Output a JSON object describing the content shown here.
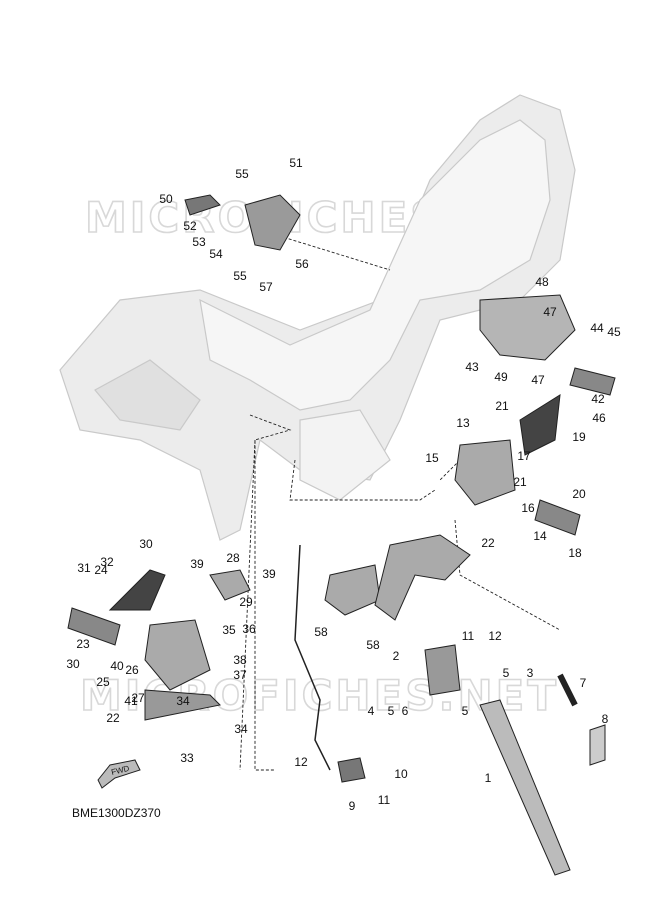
{
  "diagram": {
    "code": "BME1300DZ370",
    "watermark": "MICROFICHES.NET",
    "fwd_label": "FWD",
    "callouts": [
      "1",
      "2",
      "3",
      "4",
      "5",
      "5",
      "5",
      "6",
      "7",
      "8",
      "9",
      "10",
      "11",
      "11",
      "12",
      "12",
      "13",
      "14",
      "15",
      "16",
      "17",
      "18",
      "19",
      "20",
      "21",
      "21",
      "22",
      "22",
      "23",
      "24",
      "25",
      "26",
      "27",
      "28",
      "29",
      "30",
      "30",
      "31",
      "32",
      "33",
      "34",
      "34",
      "35",
      "36",
      "37",
      "38",
      "39",
      "39",
      "40",
      "41",
      "42",
      "43",
      "44",
      "45",
      "46",
      "47",
      "47",
      "48",
      "49",
      "50",
      "51",
      "52",
      "53",
      "54",
      "55",
      "55",
      "56",
      "57",
      "58",
      "58"
    ]
  }
}
